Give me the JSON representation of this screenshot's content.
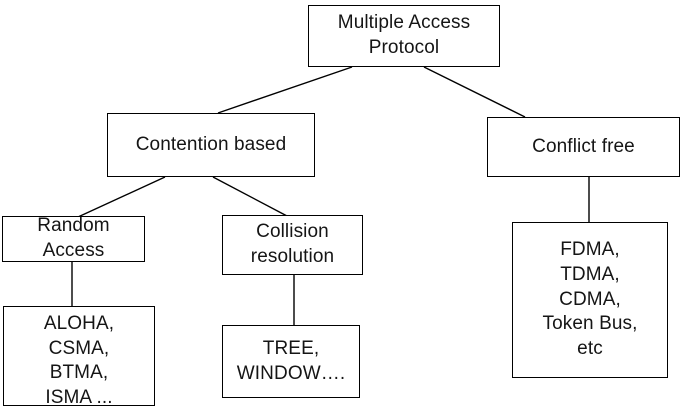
{
  "diagram": {
    "title": "Multiple Access Protocol taxonomy",
    "type": "tree",
    "background_color": "#ffffff",
    "line_color": "#000000",
    "text_color": "#151515"
  },
  "nodes": {
    "root": {
      "label": "Multiple Access\nProtocol"
    },
    "contention": {
      "label": "Contention based"
    },
    "conflict_free": {
      "label": "Conflict free"
    },
    "random_access": {
      "label": "Random\nAccess"
    },
    "collision_resolution": {
      "label": "Collision\nresolution"
    },
    "random_access_list": {
      "label": "ALOHA,\nCSMA,\nBTMA,\nISMA ..."
    },
    "collision_resolution_list": {
      "label": "TREE,\nWINDOW…."
    },
    "conflict_free_list": {
      "label": "FDMA,\nTDMA,\nCDMA,\nToken Bus,\netc"
    }
  },
  "edges": [
    {
      "from": "root",
      "to": "contention"
    },
    {
      "from": "root",
      "to": "conflict_free"
    },
    {
      "from": "contention",
      "to": "random_access"
    },
    {
      "from": "contention",
      "to": "collision_resolution"
    },
    {
      "from": "random_access",
      "to": "random_access_list"
    },
    {
      "from": "collision_resolution",
      "to": "collision_resolution_list"
    },
    {
      "from": "conflict_free",
      "to": "conflict_free_list"
    }
  ]
}
